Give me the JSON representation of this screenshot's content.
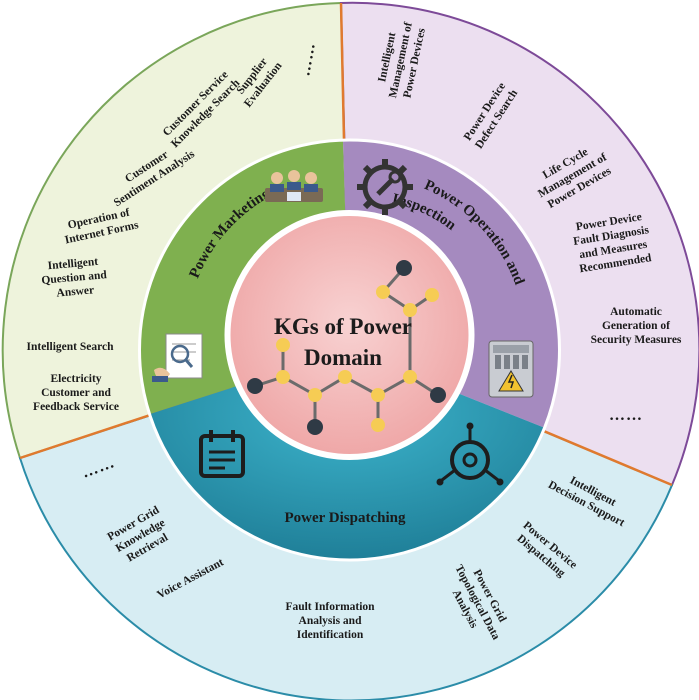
{
  "center": {
    "title_line1": "KGs of Power",
    "title_line2": "Domain"
  },
  "colors": {
    "marketing_outer": "#eef3dc",
    "operation_outer": "#ecdff0",
    "dispatching_outer": "#d7edf3",
    "marketing_inner": "#7fb04f",
    "operation_inner": "#a58abf",
    "dispatching_inner": "#2a98b2",
    "core": "#f1b5b5",
    "divider": "#e07a2e"
  },
  "sectors": {
    "marketing": {
      "label": "Power Marketing",
      "icon": "team-meeting-icon",
      "icon2": "document-search-icon",
      "apps": [
        [
          "Supplier",
          "Evaluation"
        ],
        [
          "Customer Service",
          "Knowledge Search"
        ],
        [
          "Customer",
          "Sentiment Analysis"
        ],
        [
          "Operation of",
          "Internet Forms"
        ],
        [
          "Intelligent",
          "Question and",
          "Answer"
        ],
        [
          "Intelligent Search"
        ],
        [
          "Electricity",
          "Customer and",
          "Feedback Service"
        ]
      ],
      "more": "……"
    },
    "operation": {
      "label_line1": "Power Operation and",
      "label_line2": "Inspection",
      "icon": "gear-wrench-icon",
      "icon2": "electric-meter-icon",
      "apps": [
        [
          "Intelligent",
          "Management of",
          "Power Devices"
        ],
        [
          "Power Device",
          "Defect Search"
        ],
        [
          "Life Cycle",
          "Management of",
          "Power Devices"
        ],
        [
          "Power Device",
          "Fault Diagnosis",
          "and Measures",
          "Recommended"
        ],
        [
          "Automatic",
          "Generation of",
          "Security Measures"
        ]
      ],
      "more": "……"
    },
    "dispatching": {
      "label": "Power Dispatching",
      "icon": "calendar-icon",
      "icon2": "dispatch-hub-icon",
      "apps": [
        [
          "Intelligent",
          "Decision Support"
        ],
        [
          "Power Device",
          "Dispatching"
        ],
        [
          "Power Grid",
          "Topological Data",
          "Analysis"
        ],
        [
          "Fault Information",
          "Analysis and",
          "Identification"
        ],
        [
          "Voice Assistant"
        ],
        [
          "Power Grid",
          "Knowledge",
          "Retrieval"
        ]
      ],
      "more": "……"
    }
  }
}
